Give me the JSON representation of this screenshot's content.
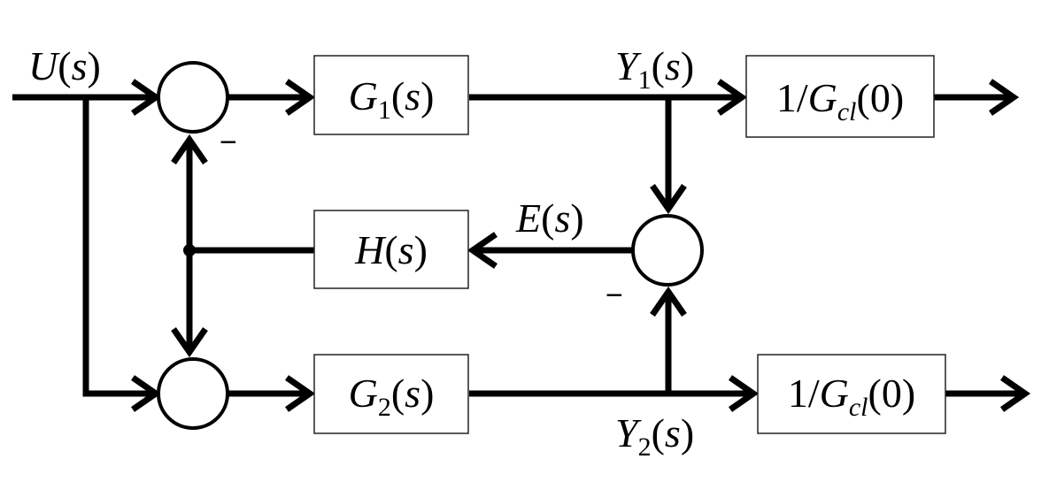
{
  "signals": {
    "input": {
      "main": "U",
      "arg": "(s)"
    },
    "y1": {
      "main": "Y",
      "sub": "1",
      "arg": "(s)"
    },
    "y2": {
      "main": "Y",
      "sub": "2",
      "arg": "(s)"
    },
    "error": {
      "main": "E",
      "arg": "(s)"
    }
  },
  "blocks": {
    "g1": {
      "main": "G",
      "sub": "1",
      "arg": "(s)"
    },
    "g2": {
      "main": "G",
      "sub": "2",
      "arg": "(s)"
    },
    "h": {
      "main": "H",
      "arg": "(s)"
    },
    "norm_top": {
      "pre": "1/",
      "main": "G",
      "sub": "cl",
      "arg": "(0)"
    },
    "norm_bottom": {
      "pre": "1/",
      "main": "G",
      "sub": "cl",
      "arg": "(0)"
    }
  },
  "signs": {
    "sum_top_minus": "−",
    "sum_err_minus": "−"
  }
}
